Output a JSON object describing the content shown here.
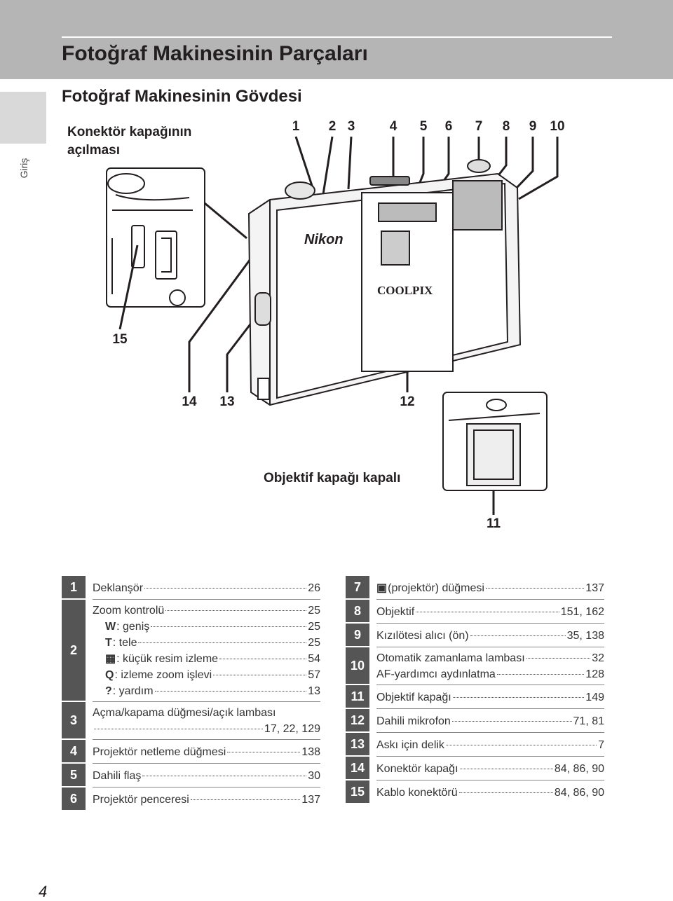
{
  "header": {
    "title": "Fotoğraf Makinesinin Parçaları"
  },
  "side_tab": {
    "label": "Giriş"
  },
  "section": {
    "title": "Fotoğraf Makinesinin Gövdesi"
  },
  "captions": {
    "connector_open": "Konektör kapağının açılması",
    "lens_cover_closed": "Objektif kapağı kapalı"
  },
  "callouts": {
    "top": [
      "1",
      "2",
      "3",
      "4",
      "5",
      "6",
      "7",
      "8",
      "9",
      "10"
    ],
    "c15": "15",
    "c14": "14",
    "c13": "13",
    "c12": "12",
    "c11": "11"
  },
  "illustration": {
    "brand": "Nikon",
    "model": "COOLPIX"
  },
  "left_items": [
    {
      "num": "1",
      "lines": [
        {
          "text": "Deklanşör",
          "page": "26"
        }
      ]
    },
    {
      "num": "2",
      "lines": [
        {
          "text": "Zoom kontrolü",
          "page": "25"
        },
        {
          "glyph": "W",
          "text": ": geniş",
          "page": "25",
          "indent": true
        },
        {
          "glyph": "T",
          "text": ": tele",
          "page": "25",
          "indent": true
        },
        {
          "glyph": "▦",
          "text": ": küçük resim izleme",
          "page": "54",
          "indent": true
        },
        {
          "glyph": "Q",
          "text": ": izleme zoom işlevi",
          "page": "57",
          "indent": true
        },
        {
          "glyph": "?",
          "text": ": yardım",
          "page": "13",
          "indent": true
        }
      ]
    },
    {
      "num": "3",
      "lines": [
        {
          "text": "Açma/kapama düğmesi/açık lambası",
          "page": ""
        },
        {
          "text": "",
          "page": "17, 22, 129"
        }
      ]
    },
    {
      "num": "4",
      "lines": [
        {
          "text": "Projektör netleme düğmesi",
          "page": "138"
        }
      ]
    },
    {
      "num": "5",
      "lines": [
        {
          "text": "Dahili flaş",
          "page": "30"
        }
      ]
    },
    {
      "num": "6",
      "lines": [
        {
          "text": "Projektör penceresi",
          "page": "137"
        }
      ]
    }
  ],
  "right_items": [
    {
      "num": "7",
      "lines": [
        {
          "glyph": "▣",
          "text": " (projektör) düğmesi",
          "page": "137"
        }
      ]
    },
    {
      "num": "8",
      "lines": [
        {
          "text": "Objektif",
          "page": "151, 162"
        }
      ]
    },
    {
      "num": "9",
      "lines": [
        {
          "text": "Kızılötesi alıcı (ön)",
          "page": "35, 138"
        }
      ]
    },
    {
      "num": "10",
      "lines": [
        {
          "text": "Otomatik zamanlama lambası",
          "page": "32"
        },
        {
          "text": "AF-yardımcı aydınlatma",
          "page": "128"
        }
      ]
    },
    {
      "num": "11",
      "lines": [
        {
          "text": "Objektif kapağı",
          "page": "149"
        }
      ]
    },
    {
      "num": "12",
      "lines": [
        {
          "text": "Dahili mikrofon",
          "page": "71, 81"
        }
      ]
    },
    {
      "num": "13",
      "lines": [
        {
          "text": "Askı için delik",
          "page": "7"
        }
      ]
    },
    {
      "num": "14",
      "lines": [
        {
          "text": "Konektör kapağı",
          "page": "84, 86, 90"
        }
      ]
    },
    {
      "num": "15",
      "lines": [
        {
          "text": "Kablo konektörü",
          "page": "84, 86, 90"
        }
      ]
    }
  ],
  "footer": {
    "page_number": "4"
  }
}
